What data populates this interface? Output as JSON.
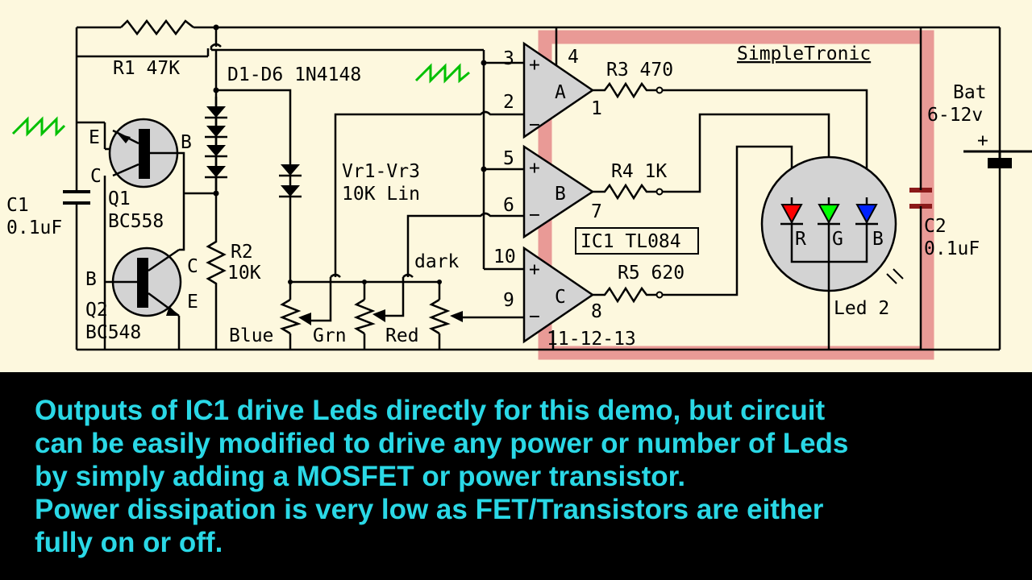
{
  "schematic": {
    "brand": "SimpleTronic",
    "r1": "R1 47K",
    "diodes": "D1-D6 1N4148",
    "c1_name": "C1",
    "c1_value": "0.1uF",
    "q1_name": "Q1",
    "q1_part": "BC558",
    "q2_name": "Q2",
    "q2_part": "BC548",
    "r2_name": "R2",
    "r2_value": "10K",
    "pot_name": "Vr1-Vr3",
    "pot_value": "10K Lin",
    "pot_dark": "dark",
    "pot_blue": "Blue",
    "pot_green": "Grn",
    "pot_red": "Red",
    "pin_e": "E",
    "pin_b": "B",
    "pin_c": "C",
    "opamp_a": "A",
    "opamp_b": "B",
    "opamp_c": "C",
    "pins": {
      "p1": "1",
      "p2": "2",
      "p3": "3",
      "p4": "4",
      "p5": "5",
      "p6": "6",
      "p7": "7",
      "p8": "8",
      "p9": "9",
      "p10": "10",
      "p11": "11-12-13"
    },
    "r3": "R3 470",
    "r4": "R4 1K",
    "r5": "R5 620",
    "ic1": "IC1 TL084",
    "plus": "+",
    "minus": "−",
    "bat_name": "Bat",
    "bat_value": "6-12v",
    "c2_name": "C2",
    "c2_value": "0.1uF",
    "led_name": "Led 2",
    "led_r": "R",
    "led_g": "G",
    "led_b": "B"
  },
  "caption": {
    "line1": "Outputs of IC1 drive Leds directly for this demo, but circuit",
    "line2": "can be easily  modified to drive any power  or number of Leds",
    "line3": "by simply adding a MOSFET or power transistor.",
    "line4": "Power dissipation is very low as FET/Transistors  are either",
    "line5": "fully on or off."
  },
  "colors": {
    "background": "#fdf8de",
    "highlight": "#e58a8a",
    "caption_text": "#2ad8e6",
    "led_red": "#ff0000",
    "led_green": "#00ff00",
    "led_blue": "#0022ff",
    "sawtooth": "#00c000",
    "capacitor_c2": "#8b1a1a"
  }
}
